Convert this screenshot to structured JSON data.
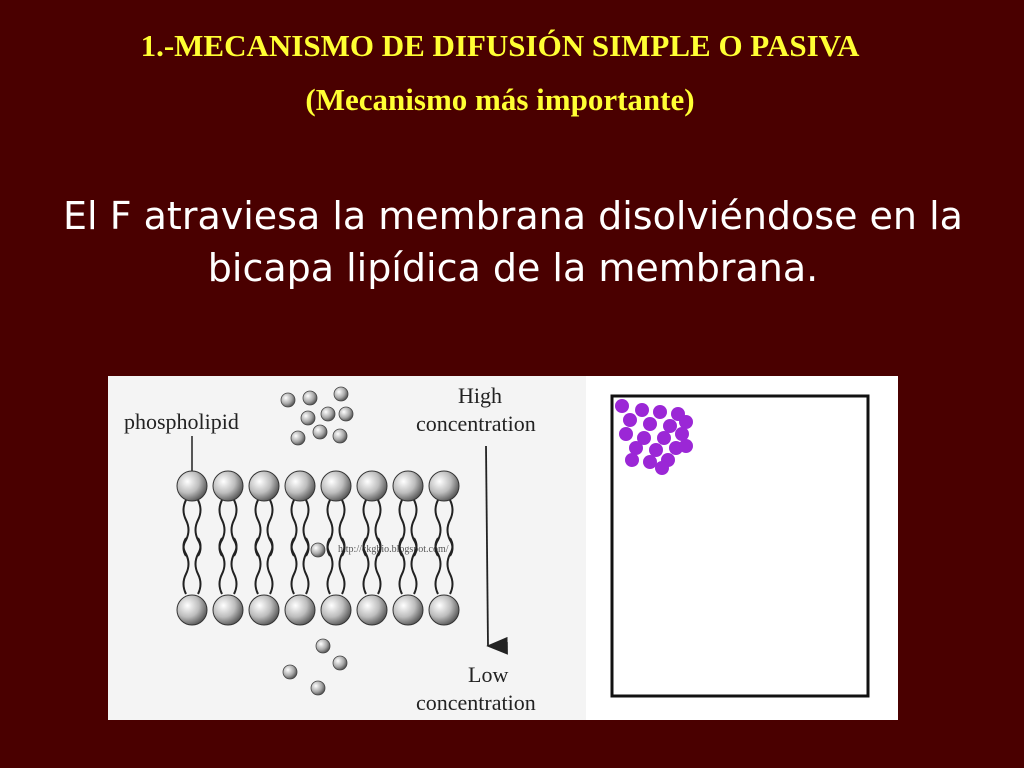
{
  "slide": {
    "title_line1": "1.-MECANISMO DE DIFUSIÓN SIMPLE O PASIVA",
    "title_line2": "(Mecanismo más importante)",
    "body_text": "El F atraviesa la membrana disolviéndose en la bicapa lipídica de la membrana."
  },
  "diagram": {
    "phospholipid_label": "phospholipid",
    "high_label_1": "High",
    "high_label_2": "concentration",
    "low_label_1": "Low",
    "low_label_2": "concentration",
    "watermark": "http://ckgbio.blogspot.com/",
    "colors": {
      "head": "#b9b9b9",
      "molecule": "#a9a9a9",
      "purple": "#9b27d6"
    }
  }
}
